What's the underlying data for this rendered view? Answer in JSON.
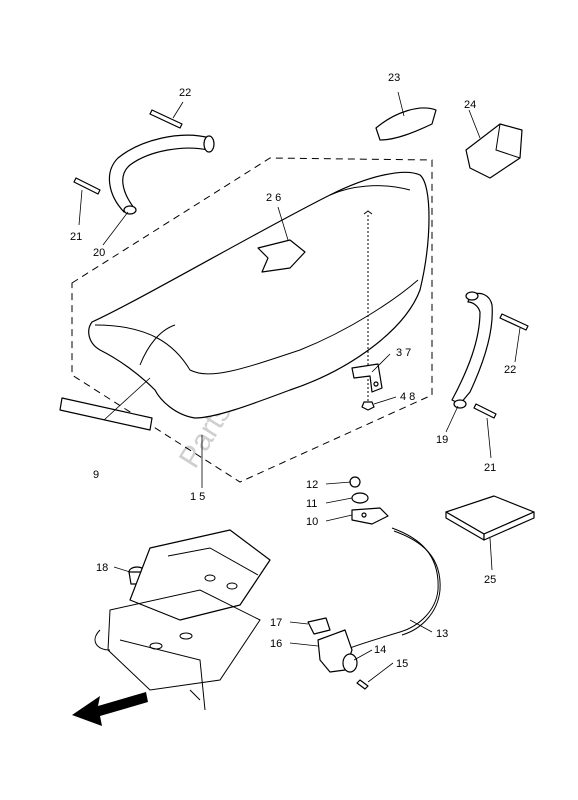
{
  "watermark": "PartsRepublik",
  "callouts": {
    "c1": "1 5",
    "c2": "9",
    "c3": "10",
    "c4": "11",
    "c5": "12",
    "c6": "13",
    "c7": "14",
    "c8": "15",
    "c9": "16",
    "c10": "17",
    "c11": "18",
    "c12": "19",
    "c13": "20",
    "c14": "21",
    "c15": "21",
    "c16": "22",
    "c17": "22",
    "c18": "23",
    "c19": "24",
    "c20": "25",
    "c21": "2 6",
    "c22": "3 7",
    "c23": "4 8"
  },
  "icons": {
    "direction": "front-direction-arrow-icon"
  }
}
